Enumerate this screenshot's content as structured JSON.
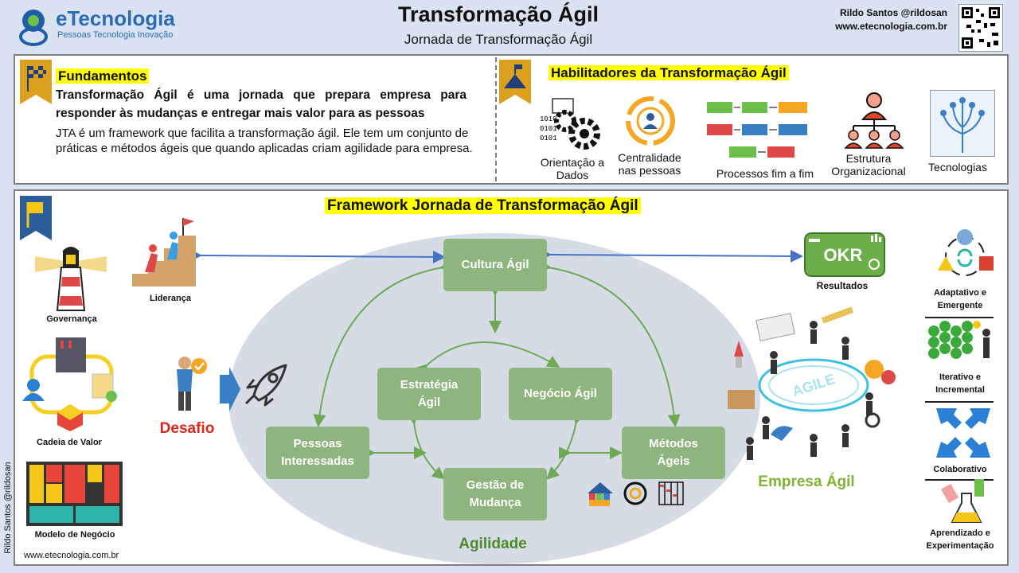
{
  "header": {
    "logo_title": "eTecnologia",
    "logo_subtitle": "Pessoas Tecnologia Inovação",
    "title": "Transformação Ágil",
    "subtitle": "Jornada de Transformação Ágil",
    "author": "Rildo Santos @rildosan",
    "website": "www.etecnologia.com.br"
  },
  "fundamentos": {
    "heading": "Fundamentos",
    "statement": "Transformação Ágil é uma jornada que prepara empresa para responder às mudanças e entregar mais valor para as pessoas",
    "paragraph": "JTA é um framework que facilita a transformação ágil. Ele tem um conjunto de práticas e métodos ágeis que quando aplicadas criam agilidade para empresa."
  },
  "habilitadores": {
    "heading": "Habilitadores da Transformação Ágil",
    "items": [
      "Orientação a Dados",
      "Centralidade nas pessoas",
      "Processos fim a fim",
      "Estrutura Organizacional",
      "Tecnologias"
    ]
  },
  "framework": {
    "title": "Framework Jornada de Transformação Ágil",
    "boxes": {
      "cultura": "Cultura Ágil",
      "estrategia": "Estratégia Ágil",
      "negocio": "Negócio Ágil",
      "pessoas": "Pessoas Interessadas",
      "metodos": "Métodos Ágeis",
      "gestao": "Gestão de Mudança"
    },
    "agilidade": "Agilidade",
    "lideranca": "Liderança",
    "desafio": "Desafio",
    "resultados": "Resultados",
    "okr": "OKR",
    "empresa": "Empresa Ágil",
    "agile_badge": "AGILE"
  },
  "left_column": [
    "Governança",
    "Cadeia de Valor",
    "Modelo de Negócio"
  ],
  "right_column": [
    "Adaptativo e Emergente",
    "Iterativo e Incremental",
    "Colaborativo",
    "Aprendizado e Experimentação"
  ],
  "footer": {
    "website": "www.etecnologia.com.br",
    "vertical_credit": "Rildo Santos @rildosan"
  },
  "colors": {
    "box_green": "#8fb57e",
    "ellipse": "#d6dce6",
    "highlight": "#ffff00",
    "arrow_blue": "#4472c4",
    "desafio_red": "#e0261b",
    "empresa_green": "#7fb431"
  }
}
